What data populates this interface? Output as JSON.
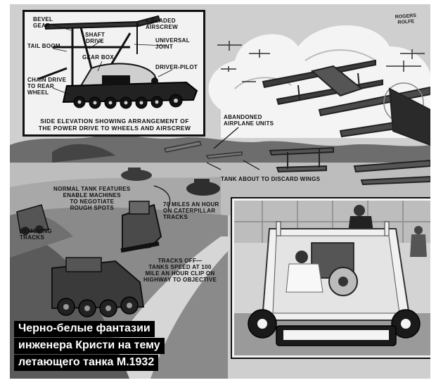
{
  "diagram": {
    "labels": {
      "bevel_gear": "BEVEL\nGEAR",
      "four_bladed_airscrew": "4-BLADED\nAIRSCREW",
      "shaft_drive": "SHAFT\nDRIVE",
      "universal_joint": "UNIVERSAL\nJOINT",
      "tail_boom": "TAIL BOOM",
      "gear_box": "GEAR BOX",
      "driver_pilot": "DRIVER-PILOT",
      "chain_drive": "CHAIN DRIVE\nTO REAR\nWHEEL"
    },
    "caption": "SIDE ELEVATION SHOWING ARRANGEMENT OF\nTHE POWER DRIVE TO WHEELS AND AIRSCREW"
  },
  "scene_labels": {
    "abandoned_airplane": "ABANDONED\nAIRPLANE UNITS",
    "tank_discard": "TANK ABOUT TO DISCARD WINGS",
    "normal_tank": "NORMAL TANK FEATURES\nENABLE MACHINES\nTO NEGOTIATE\nROUGH SPOTS",
    "seventy_miles": "70 MILES AN HOUR\nON CATERPILLAR\nTRACKS",
    "removing_tracks": "REMOVING\nTRACKS",
    "tracks_off": "TRACKS OFF—\nTANKS SPEED AT 100\nMILE AN HOUR CLIP ON\nHIGHWAY TO OBJECTIVE"
  },
  "signature": "ROGERS\nROLFE",
  "overlay_caption": [
    "Черно-белые фантазии",
    "инженера Кристи на тему",
    "летающего танка М.1932"
  ],
  "colors": {
    "overlay_bg": "#000000",
    "overlay_text": "#ffffff",
    "ink": "#111111",
    "paper": "#f2f2f2"
  }
}
